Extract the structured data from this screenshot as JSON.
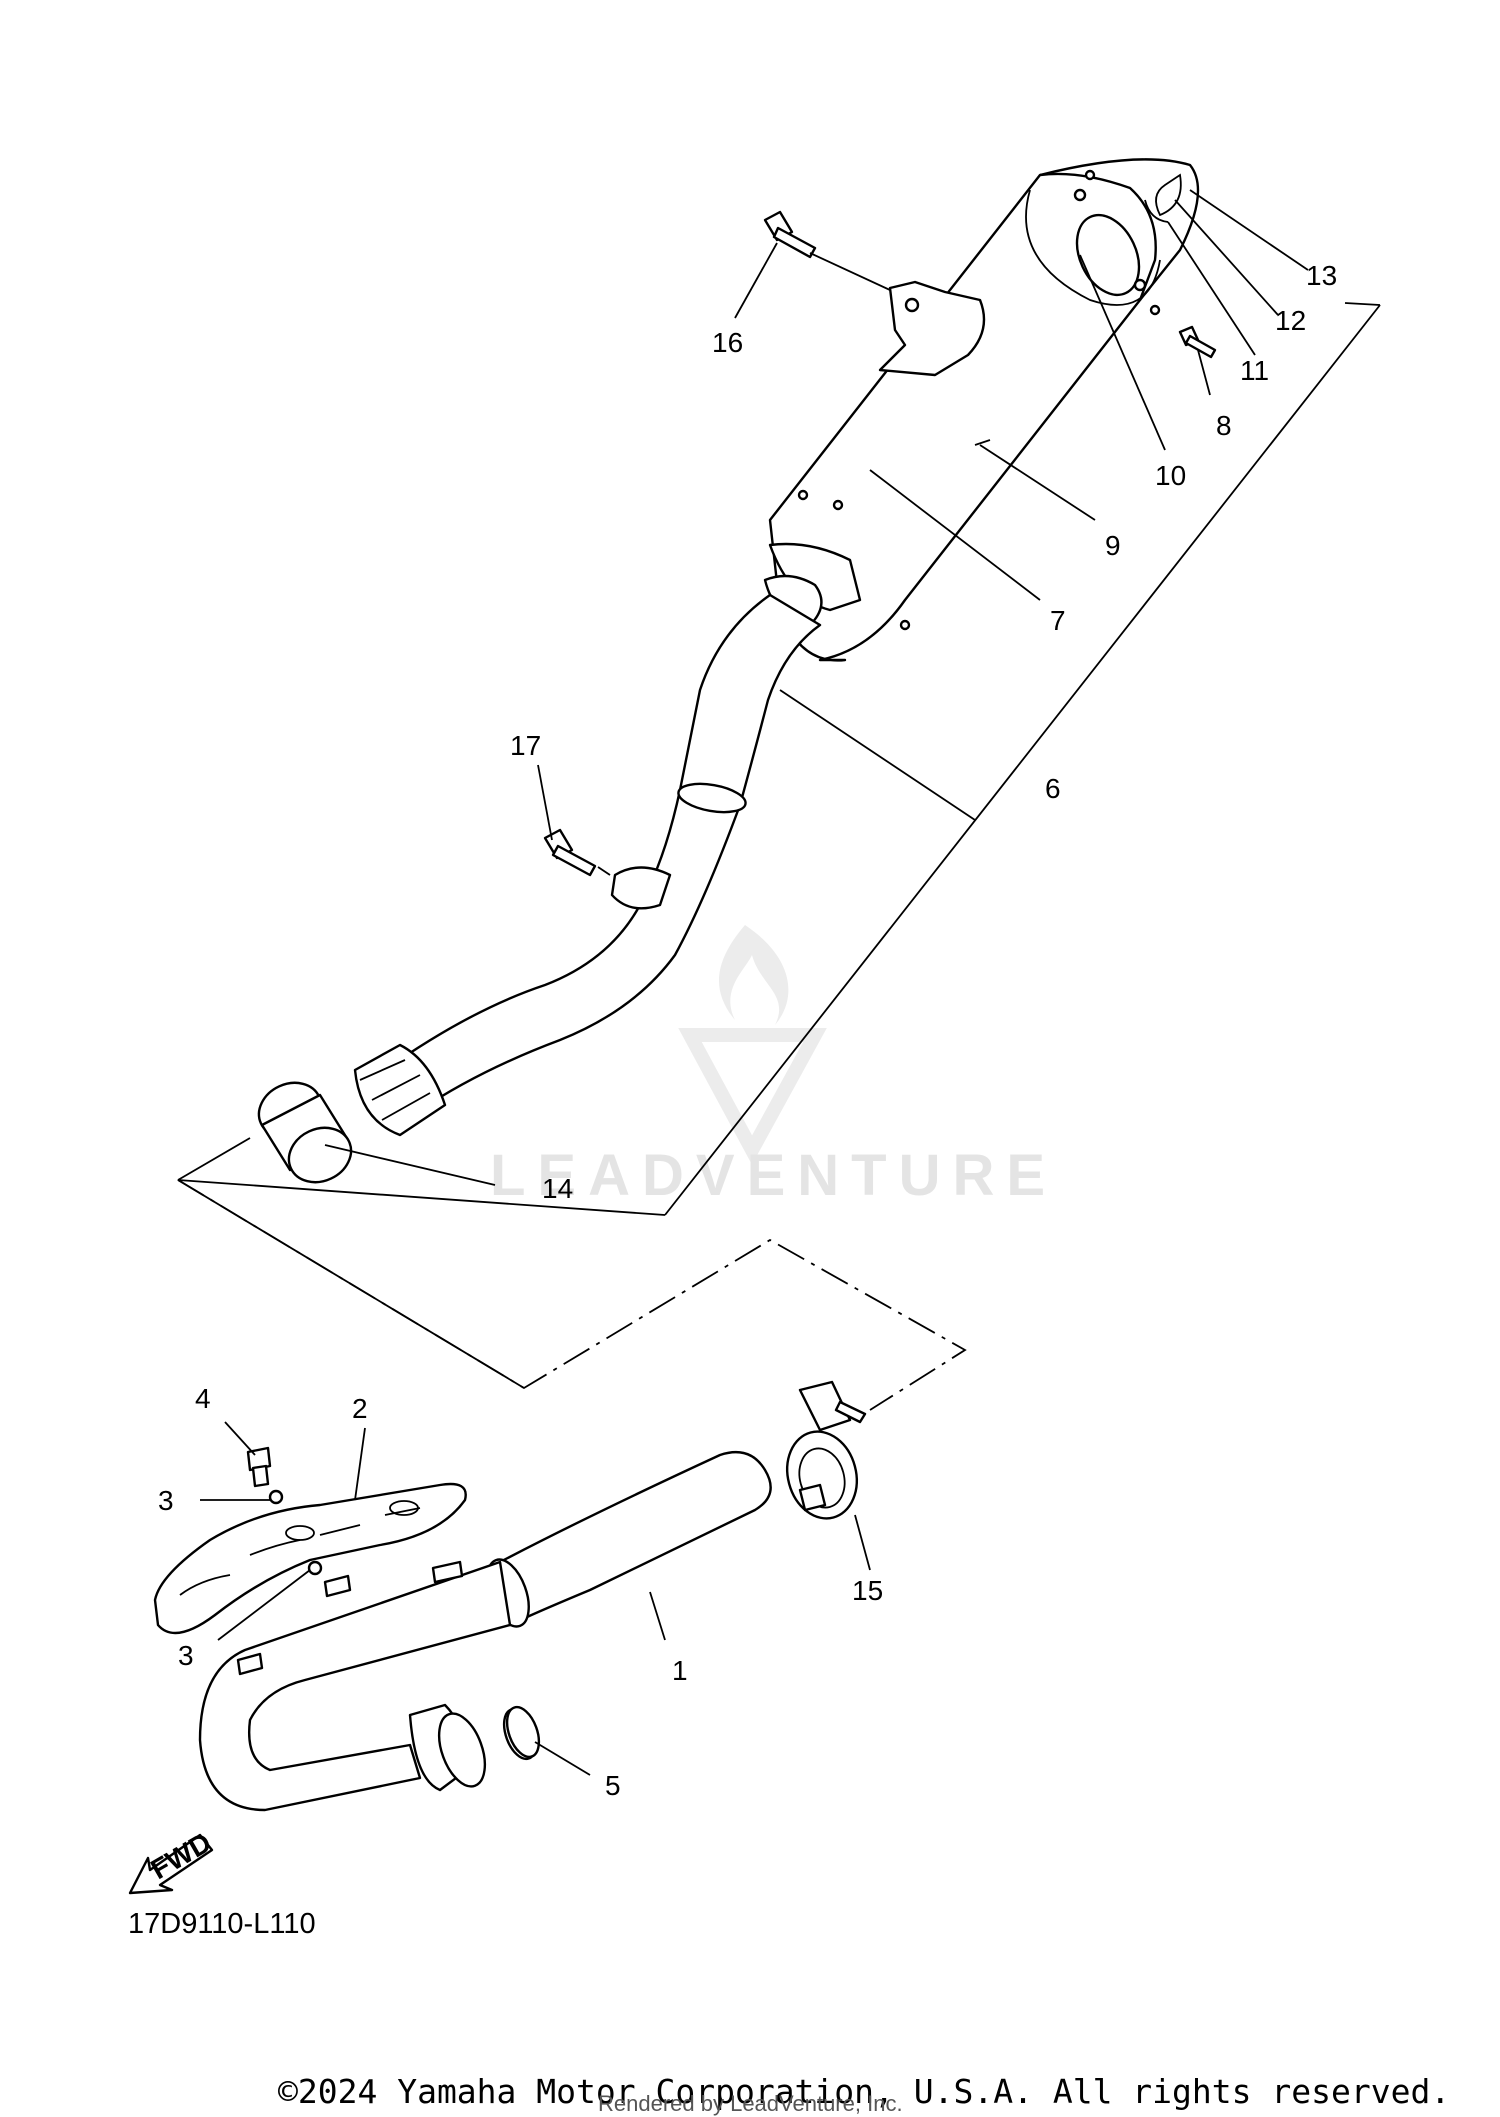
{
  "diagram": {
    "callouts": {
      "c1": "1",
      "c2": "2",
      "c3a": "3",
      "c3b": "3",
      "c4": "4",
      "c5": "5",
      "c6": "6",
      "c7": "7",
      "c8": "8",
      "c9": "9",
      "c10": "10",
      "c11": "11",
      "c12": "12",
      "c13": "13",
      "c14": "14",
      "c15": "15",
      "c16": "16",
      "c17": "17"
    },
    "fwd_label": "FWD",
    "diagram_code": "17D9110-L110",
    "watermark": "LEADVENTURE"
  },
  "footer": {
    "copyright": "©2024 Yamaha Motor Corporation, U.S.A. All rights reserved.",
    "rendered_by": "Rendered by LeadVenture, Inc."
  }
}
